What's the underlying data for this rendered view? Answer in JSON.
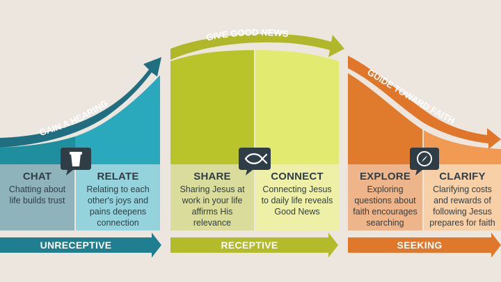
{
  "phases": [
    {
      "arc_label": "GAIN A HEARING",
      "band_label": "UNRECEPTIVE",
      "colors": {
        "arc": "#1f6f80",
        "left_fill": "#1f8fa0",
        "right_fill": "#29a9bb",
        "left_box": "#8fb3bb",
        "right_box": "#95d3dc",
        "band": "#1f7f90"
      },
      "steps": [
        {
          "title": "CHAT",
          "description": "Chatting about life builds trust"
        },
        {
          "title": "RELATE",
          "description": "Relating to each other's joys and pains deepens connection"
        }
      ],
      "icon": "coffee-cup-icon"
    },
    {
      "arc_label": "GIVE GOOD NEWS",
      "band_label": "RECEPTIVE",
      "colors": {
        "arc": "#b0b82a",
        "left_fill": "#b8c42a",
        "right_fill": "#e2ea6f",
        "left_box": "#d9dc9a",
        "right_box": "#eef0a8",
        "band": "#b3bb2a"
      },
      "steps": [
        {
          "title": "SHARE",
          "description": "Sharing Jesus at work in your life affirms His relevance"
        },
        {
          "title": "CONNECT",
          "description": "Connecting Jesus to daily life reveals Good News"
        }
      ],
      "icon": "fish-icon"
    },
    {
      "arc_label": "GUIDE TOWARD FAITH",
      "band_label": "SEEKING",
      "colors": {
        "arc": "#e0762a",
        "left_fill": "#e07a2c",
        "right_fill": "#f09a54",
        "left_box": "#efb58a",
        "right_box": "#f8d0a8",
        "band": "#e0782c"
      },
      "steps": [
        {
          "title": "EXPLORE",
          "description": "Exploring questions about faith encourages searching"
        },
        {
          "title": "CLARIFY",
          "description": "Clarifying costs and rewards of following Jesus prepares for faith"
        }
      ],
      "icon": "compass-icon"
    }
  ]
}
